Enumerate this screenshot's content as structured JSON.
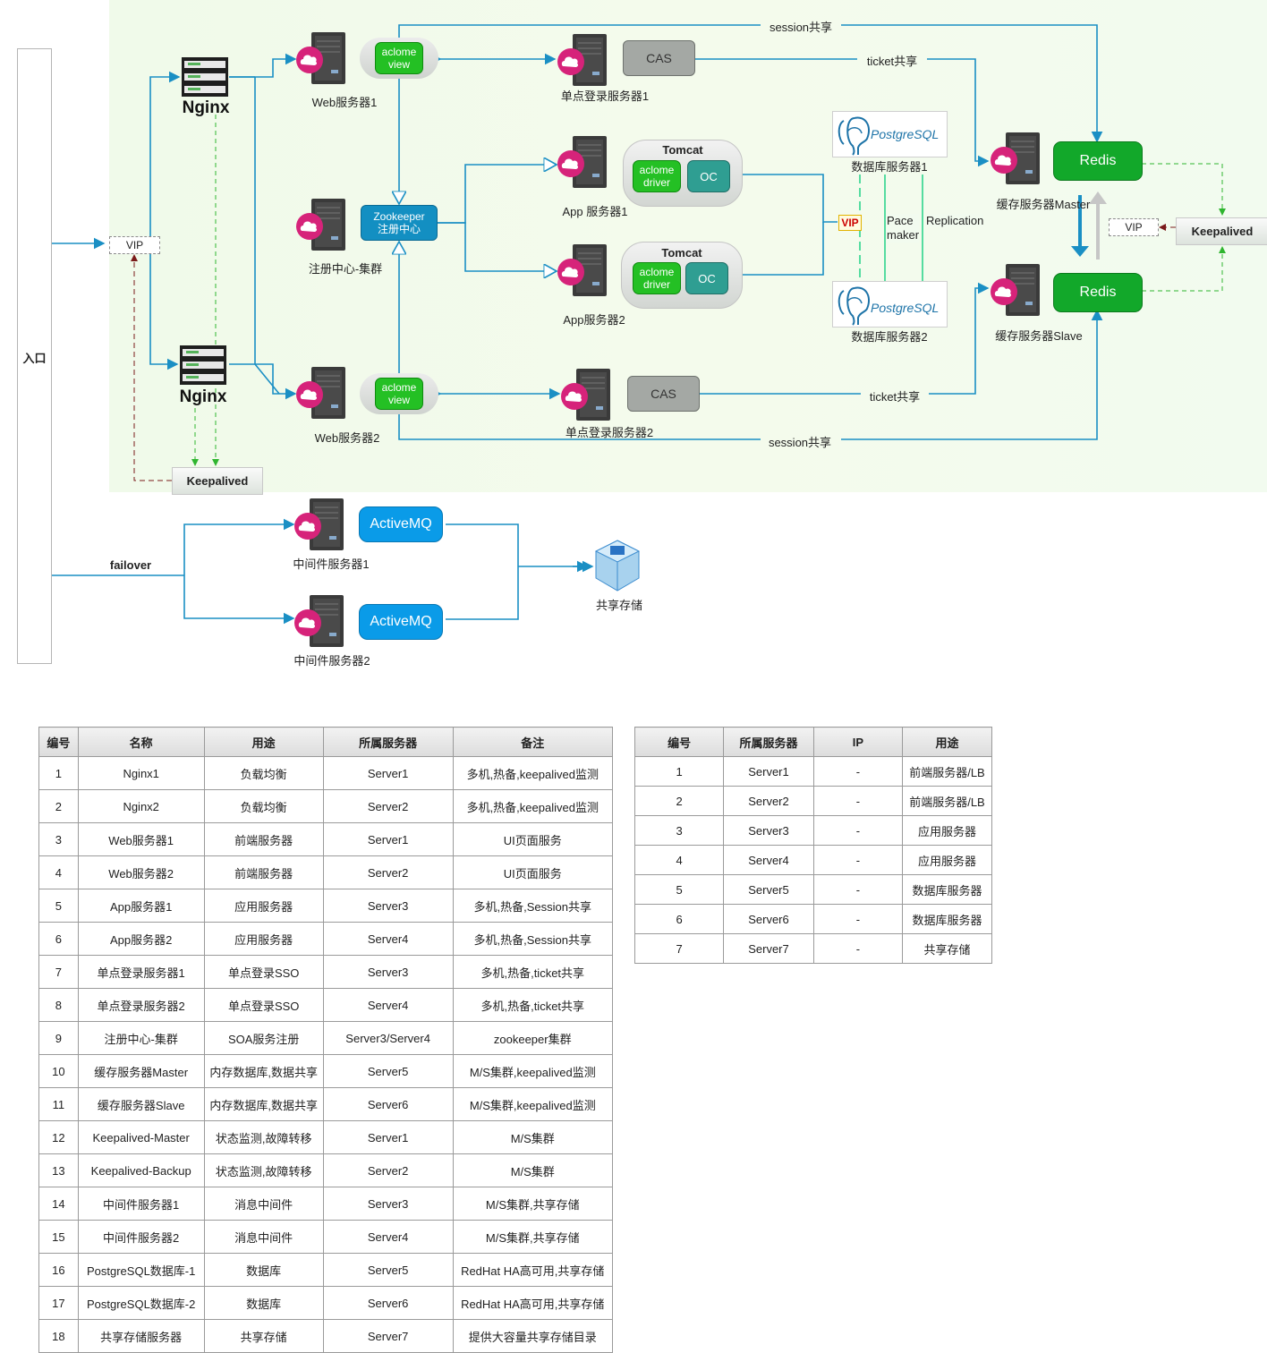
{
  "colors": {
    "accent": "#1a8fc4",
    "panel": "#f1faea",
    "green": "#12a82a",
    "activemq": "#0a9be8"
  },
  "entry": {
    "label": "入口"
  },
  "vip_left": "VIP",
  "vip_db": "VIP",
  "vip_redis": "VIP",
  "nginx1": "Nginx",
  "nginx2": "Nginx",
  "keepalived_left": "Keepalived",
  "keepalived_right": "Keepalived",
  "web1": {
    "label": "Web服务器1",
    "service": "aclome\nview"
  },
  "web2": {
    "label": "Web服务器2",
    "service": "aclome\nview"
  },
  "zk": {
    "label": "注册中心-集群",
    "service": "Zookeeper\n注册中心"
  },
  "sso1": {
    "label": "单点登录服务器1",
    "service": "CAS"
  },
  "sso2": {
    "label": "单点登录服务器2",
    "service": "CAS"
  },
  "app1": {
    "label": "App 服务器1",
    "container": "Tomcat",
    "driver": "aclome\ndriver",
    "oc": "OC"
  },
  "app2": {
    "label": "App服务器2",
    "container": "Tomcat",
    "driver": "aclome\ndriver",
    "oc": "OC"
  },
  "db1": {
    "label": "数据库服务器1",
    "logo": "PostgreSQL"
  },
  "db2": {
    "label": "数据库服务器2",
    "logo": "PostgreSQL"
  },
  "pacemaker": "Pace\nmaker",
  "replication": "Replication",
  "cache_master": {
    "label": "缓存服务器Master",
    "service": "Redis"
  },
  "cache_slave": {
    "label": "缓存服务器Slave",
    "service": "Redis"
  },
  "session_share_top": "session共享",
  "session_share_bottom": "session共享",
  "ticket_share_top": "ticket共享",
  "ticket_share_bottom": "ticket共享",
  "failover": "failover",
  "mq1": {
    "label": "中间件服务器1",
    "service": "ActiveMQ"
  },
  "mq2": {
    "label": "中间件服务器2",
    "service": "ActiveMQ"
  },
  "storage": {
    "label": "共享存储"
  },
  "table1": {
    "headers": [
      "编号",
      "名称",
      "用途",
      "所属服务器",
      "备注"
    ],
    "rows": [
      [
        "1",
        "Nginx1",
        "负载均衡",
        "Server1",
        "多机,热备,keepalived监测"
      ],
      [
        "2",
        "Nginx2",
        "负载均衡",
        "Server2",
        "多机,热备,keepalived监测"
      ],
      [
        "3",
        "Web服务器1",
        "前端服务器",
        "Server1",
        "UI页面服务"
      ],
      [
        "4",
        "Web服务器2",
        "前端服务器",
        "Server2",
        "UI页面服务"
      ],
      [
        "5",
        "App服务器1",
        "应用服务器",
        "Server3",
        "多机,热备,Session共享"
      ],
      [
        "6",
        "App服务器2",
        "应用服务器",
        "Server4",
        "多机,热备,Session共享"
      ],
      [
        "7",
        "单点登录服务器1",
        "单点登录SSO",
        "Server3",
        "多机,热备,ticket共享"
      ],
      [
        "8",
        "单点登录服务器2",
        "单点登录SSO",
        "Server4",
        "多机,热备,ticket共享"
      ],
      [
        "9",
        "注册中心-集群",
        "SOA服务注册",
        "Server3/Server4",
        "zookeeper集群"
      ],
      [
        "10",
        "缓存服务器Master",
        "内存数据库,数据共享",
        "Server5",
        "M/S集群,keepalived监测"
      ],
      [
        "11",
        "缓存服务器Slave",
        "内存数据库,数据共享",
        "Server6",
        "M/S集群,keepalived监测"
      ],
      [
        "12",
        "Keepalived-Master",
        "状态监测,故障转移",
        "Server1",
        "M/S集群"
      ],
      [
        "13",
        "Keepalived-Backup",
        "状态监测,故障转移",
        "Server2",
        "M/S集群"
      ],
      [
        "14",
        "中间件服务器1",
        "消息中间件",
        "Server3",
        "M/S集群,共享存储"
      ],
      [
        "15",
        "中间件服务器2",
        "消息中间件",
        "Server4",
        "M/S集群,共享存储"
      ],
      [
        "16",
        "PostgreSQL数据库-1",
        "数据库",
        "Server5",
        "RedHat HA高可用,共享存储"
      ],
      [
        "17",
        "PostgreSQL数据库-2",
        "数据库",
        "Server6",
        "RedHat HA高可用,共享存储"
      ],
      [
        "18",
        "共享存储服务器",
        "共享存储",
        "Server7",
        "提供大容量共享存储目录"
      ]
    ]
  },
  "table2": {
    "headers": [
      "编号",
      "所属服务器",
      "IP",
      "用途"
    ],
    "rows": [
      [
        "1",
        "Server1",
        "-",
        "前端服务器/LB"
      ],
      [
        "2",
        "Server2",
        "-",
        "前端服务器/LB"
      ],
      [
        "3",
        "Server3",
        "-",
        "应用服务器"
      ],
      [
        "4",
        "Server4",
        "-",
        "应用服务器"
      ],
      [
        "5",
        "Server5",
        "-",
        "数据库服务器"
      ],
      [
        "6",
        "Server6",
        "-",
        "数据库服务器"
      ],
      [
        "7",
        "Server7",
        "-",
        "共享存储"
      ]
    ]
  }
}
